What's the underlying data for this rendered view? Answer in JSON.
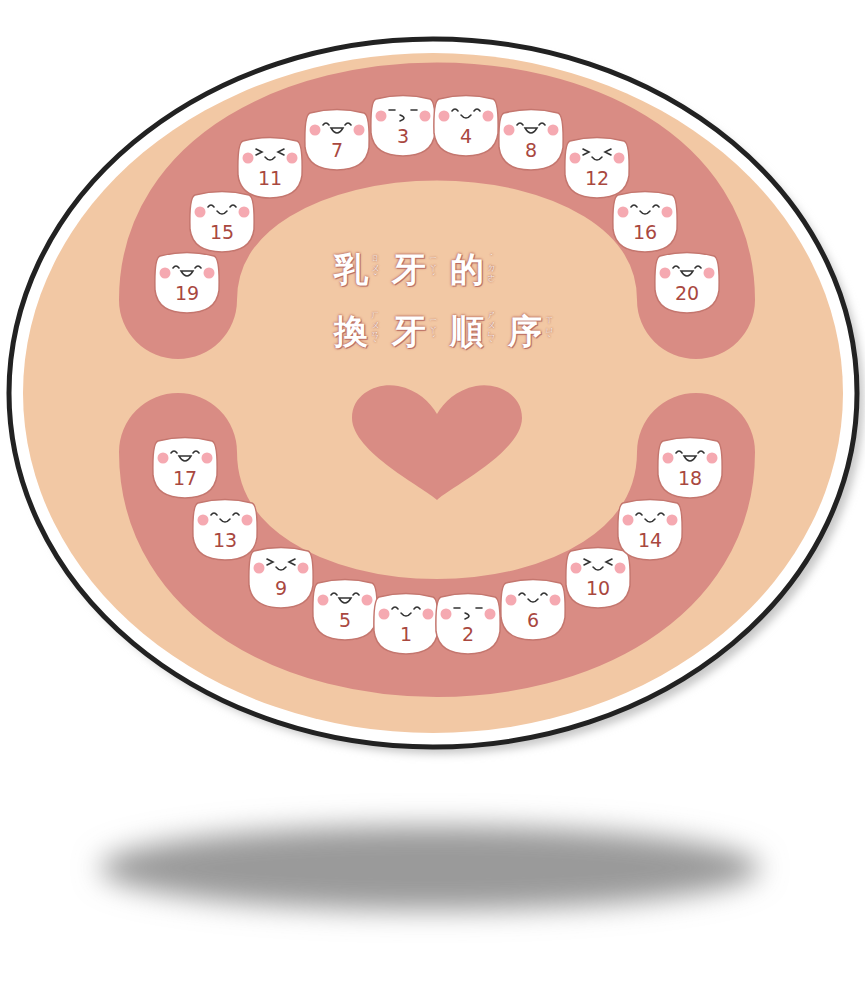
{
  "diagram": {
    "title": "乳牙的 換牙順序",
    "nodes": [
      {
        "text": [
          "19"
        ]
      },
      {
        "text": [
          "15"
        ]
      },
      {
        "text": [
          "11"
        ]
      },
      {
        "text": [
          "7"
        ]
      },
      {
        "text": [
          "3"
        ]
      },
      {
        "text": [
          "4"
        ]
      },
      {
        "text": [
          "8"
        ]
      },
      {
        "text": [
          "12"
        ]
      },
      {
        "text": [
          "16"
        ]
      },
      {
        "text": [
          "20"
        ]
      },
      {
        "text": [
          "17"
        ]
      },
      {
        "text": [
          "13"
        ]
      },
      {
        "text": [
          "9"
        ]
      },
      {
        "text": [
          "5"
        ]
      },
      {
        "text": [
          "1"
        ]
      },
      {
        "text": [
          "2"
        ]
      },
      {
        "text": [
          "6"
        ]
      },
      {
        "text": [
          "10"
        ]
      },
      {
        "text": [
          "14"
        ]
      },
      {
        "text": [
          "18"
        ]
      }
    ],
    "labels": [
      "ㄖㄨˇ",
      "ㄧㄚˊ",
      "˙ㄉㄜ",
      "ㄏㄨㄢˋ",
      "ㄧㄚˊ",
      "ㄕㄨㄣˋ",
      "ㄒㄩˋ"
    ]
  }
}
